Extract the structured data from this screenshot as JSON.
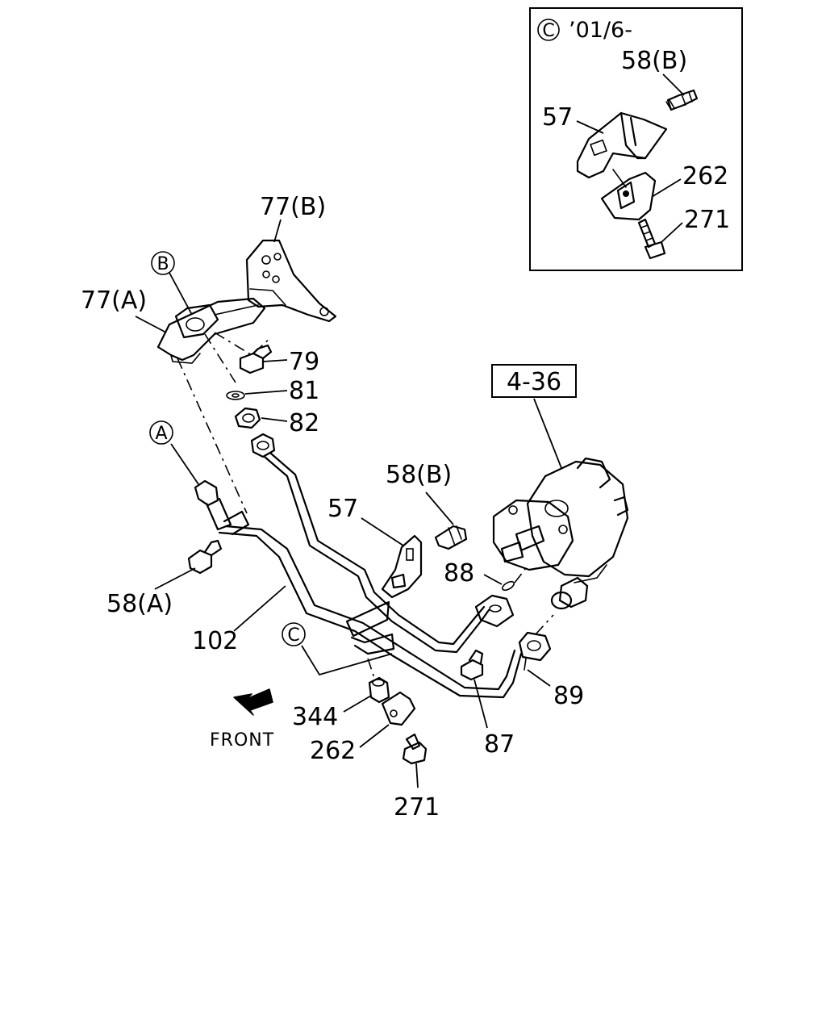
{
  "inset": {
    "ref_letter": "C",
    "date_range": "’01/6-",
    "labels": {
      "bolt_b": "58(B)",
      "bracket": "57",
      "clip": "262",
      "bolt": "271"
    }
  },
  "refs": {
    "A": "A",
    "B": "B",
    "C": "C"
  },
  "main_labels": {
    "bracket_b": "77(B)",
    "bracket_a": "77(A)",
    "bolt_79": "79",
    "washer_81": "81",
    "nut_82": "82",
    "pump_ref": "4-36",
    "bolt_58b": "58(B)",
    "bracket_57": "57",
    "oring_88": "88",
    "bolt_58a": "58(A)",
    "pipe_102": "102",
    "hose_89": "89",
    "bolt_87": "87",
    "cap_344": "344",
    "clip_262": "262",
    "bolt_271": "271"
  },
  "front_label": "FRONT"
}
